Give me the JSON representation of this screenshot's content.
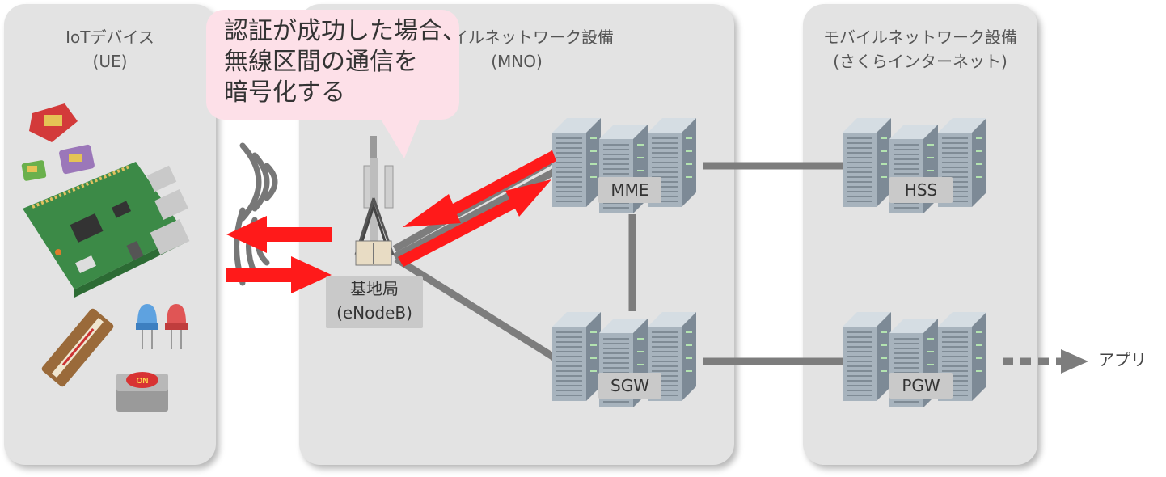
{
  "panels": {
    "ue": {
      "title_line1": "IoTデバイス",
      "title_line2": "(UE)"
    },
    "mno": {
      "title_line1": "モバイルネットワーク設備",
      "title_line2": "(MNO)"
    },
    "sakura": {
      "title_line1": "モバイルネットワーク設備",
      "title_line2": "(さくらインターネット)"
    }
  },
  "callout": {
    "line1": "認証が成功した場合、",
    "line2": "無線区間の通信を",
    "line3": "暗号化する",
    "color": "#fde0e8"
  },
  "base_station": {
    "line1": "基地局",
    "line2": "(eNodeB)"
  },
  "servers": {
    "mme": "MME",
    "sgw": "SGW",
    "hss": "HSS",
    "pgw": "PGW"
  },
  "app_label": "アプリ",
  "icons": [
    "sim-card-icon",
    "raspberry-pi-board-icon",
    "thermometer-icon",
    "led-icon",
    "on-button-icon",
    "radio-wave-icon",
    "antenna-tower-icon",
    "server-rack-icon"
  ],
  "colors": {
    "arrow": "#ff1a1a",
    "panel": "#e3e3e3",
    "link": "#7d7d7d"
  }
}
